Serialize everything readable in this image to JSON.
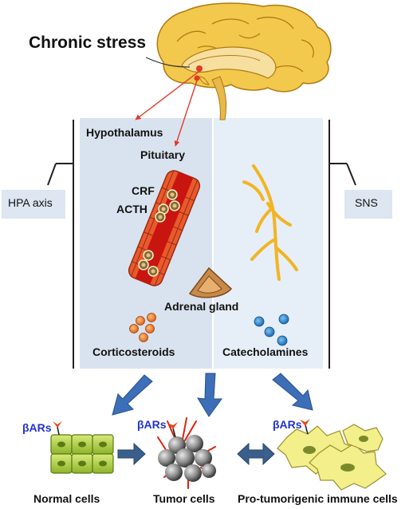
{
  "title": "Chronic stress",
  "left_axis_label": "HPA axis",
  "right_axis_label": "SNS",
  "hpa": {
    "hypothalamus": "Hypothalamus",
    "pituitary": "Pituitary",
    "crf": "CRF",
    "acth": "ACTH",
    "adrenal_gland": "Adrenal gland",
    "corticosteroids": "Corticosteroids"
  },
  "sns": {
    "catecholamines": "Catecholamines"
  },
  "receptors": {
    "label": "βARs"
  },
  "cells": {
    "normal": "Normal cells",
    "tumor": "Tumor cells",
    "immune": "Pro-tumorigenic immune cells"
  },
  "colors": {
    "panel_left": "#d9e3ef",
    "panel_right": "#e6eef7",
    "arrow_blue": "#3d6fb8",
    "stress_red": "#e23a2a",
    "nerve_yellow": "#f2b422",
    "receptor_blue": "#2233cc",
    "receptor_red": "#e04a1f"
  }
}
